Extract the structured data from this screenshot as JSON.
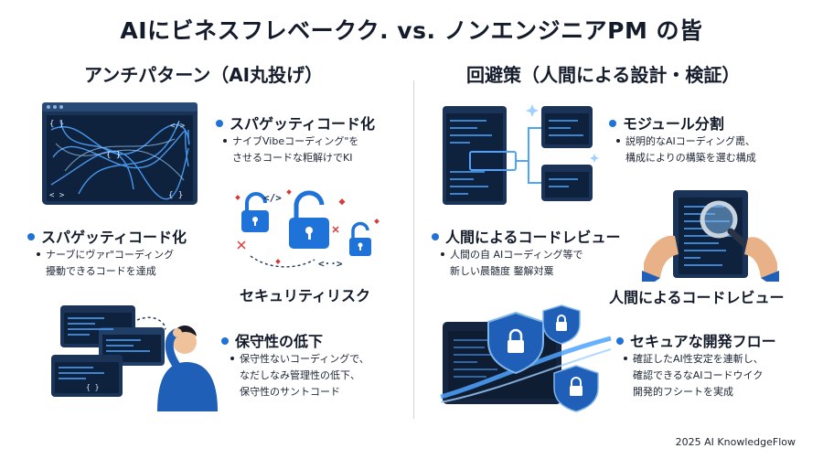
{
  "title": "AIにビネスフレベークク. vs. ノンエンジニアPM の皆",
  "left": {
    "heading": "アンチパターン（AI丸投げ）",
    "items": [
      {
        "heading": "スパゲッティコード化",
        "lines": [
          "ナイブVibeコーディング\"を",
          "させるコードな粔解けでKI"
        ]
      },
      {
        "heading": "スパゲッティコード化",
        "lines": [
          "ナーブにヴァr\"コーディング",
          "擾動できるコードを達成"
        ]
      },
      {
        "heading": "保守性の低下",
        "lines": [
          "保守性ないコーディングで、",
          "なだしなみ管理性の低下、",
          "保守性のサントコード"
        ]
      }
    ],
    "security_label": "セキュリティリスク"
  },
  "right": {
    "heading": "回避策（人間による設計・検証）",
    "items": [
      {
        "heading": "モジュール分割",
        "lines": [
          "説明的なAIコーディング喸、",
          "構成によりの構築を選む構成"
        ]
      },
      {
        "heading": "人間によるコードレビュー",
        "lines": [
          "人間の自 AIコーディング等で",
          "新しい晨髄度 鍪解対粟"
        ]
      },
      {
        "heading": "セキュアな開発フロー",
        "lines": [
          "確証したAI性安定を連斬し、",
          "確認できるなAIコードウイク",
          "開発的フシートを実成"
        ]
      }
    ],
    "review_label": "人間によるコードレビュー"
  },
  "icons": {
    "tangled": "tangled-code-icon",
    "locks": "broken-lock-icon",
    "confused": "confused-developer-icon",
    "modules": "module-windows-icon",
    "review": "magnifier-review-icon",
    "shield": "shield-lock-icon"
  },
  "colors": {
    "accent": "#1f72d8",
    "navy": "#1b3356",
    "dark": "#15253f",
    "danger": "#d63b3b"
  },
  "footer": "2025 AI KnowledgeFlow"
}
